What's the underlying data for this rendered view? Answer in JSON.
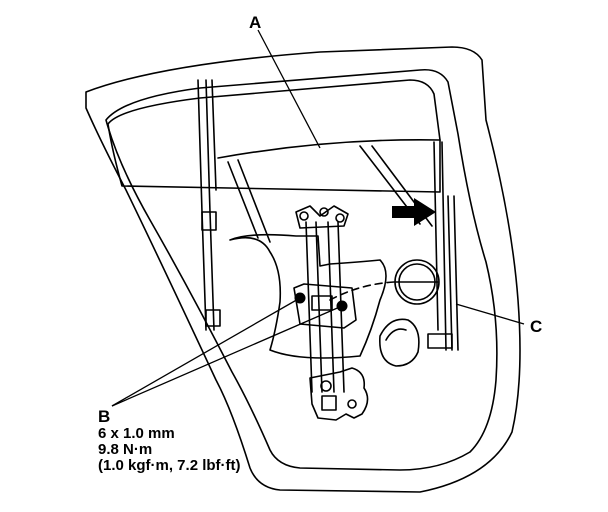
{
  "callouts": {
    "a": "A",
    "b": "B",
    "c": "C"
  },
  "spec": {
    "size": "6 x 1.0 mm",
    "torque_nm": "9.8 N·m",
    "torque_alt": "(1.0 kgf·m, 7.2 lbf·ft)"
  },
  "colors": {
    "line": "#000000",
    "background": "#ffffff",
    "arrow": "#000000"
  },
  "icons": {
    "direction_arrow": "right-arrow-icon",
    "bolt": "bolt-icon"
  }
}
